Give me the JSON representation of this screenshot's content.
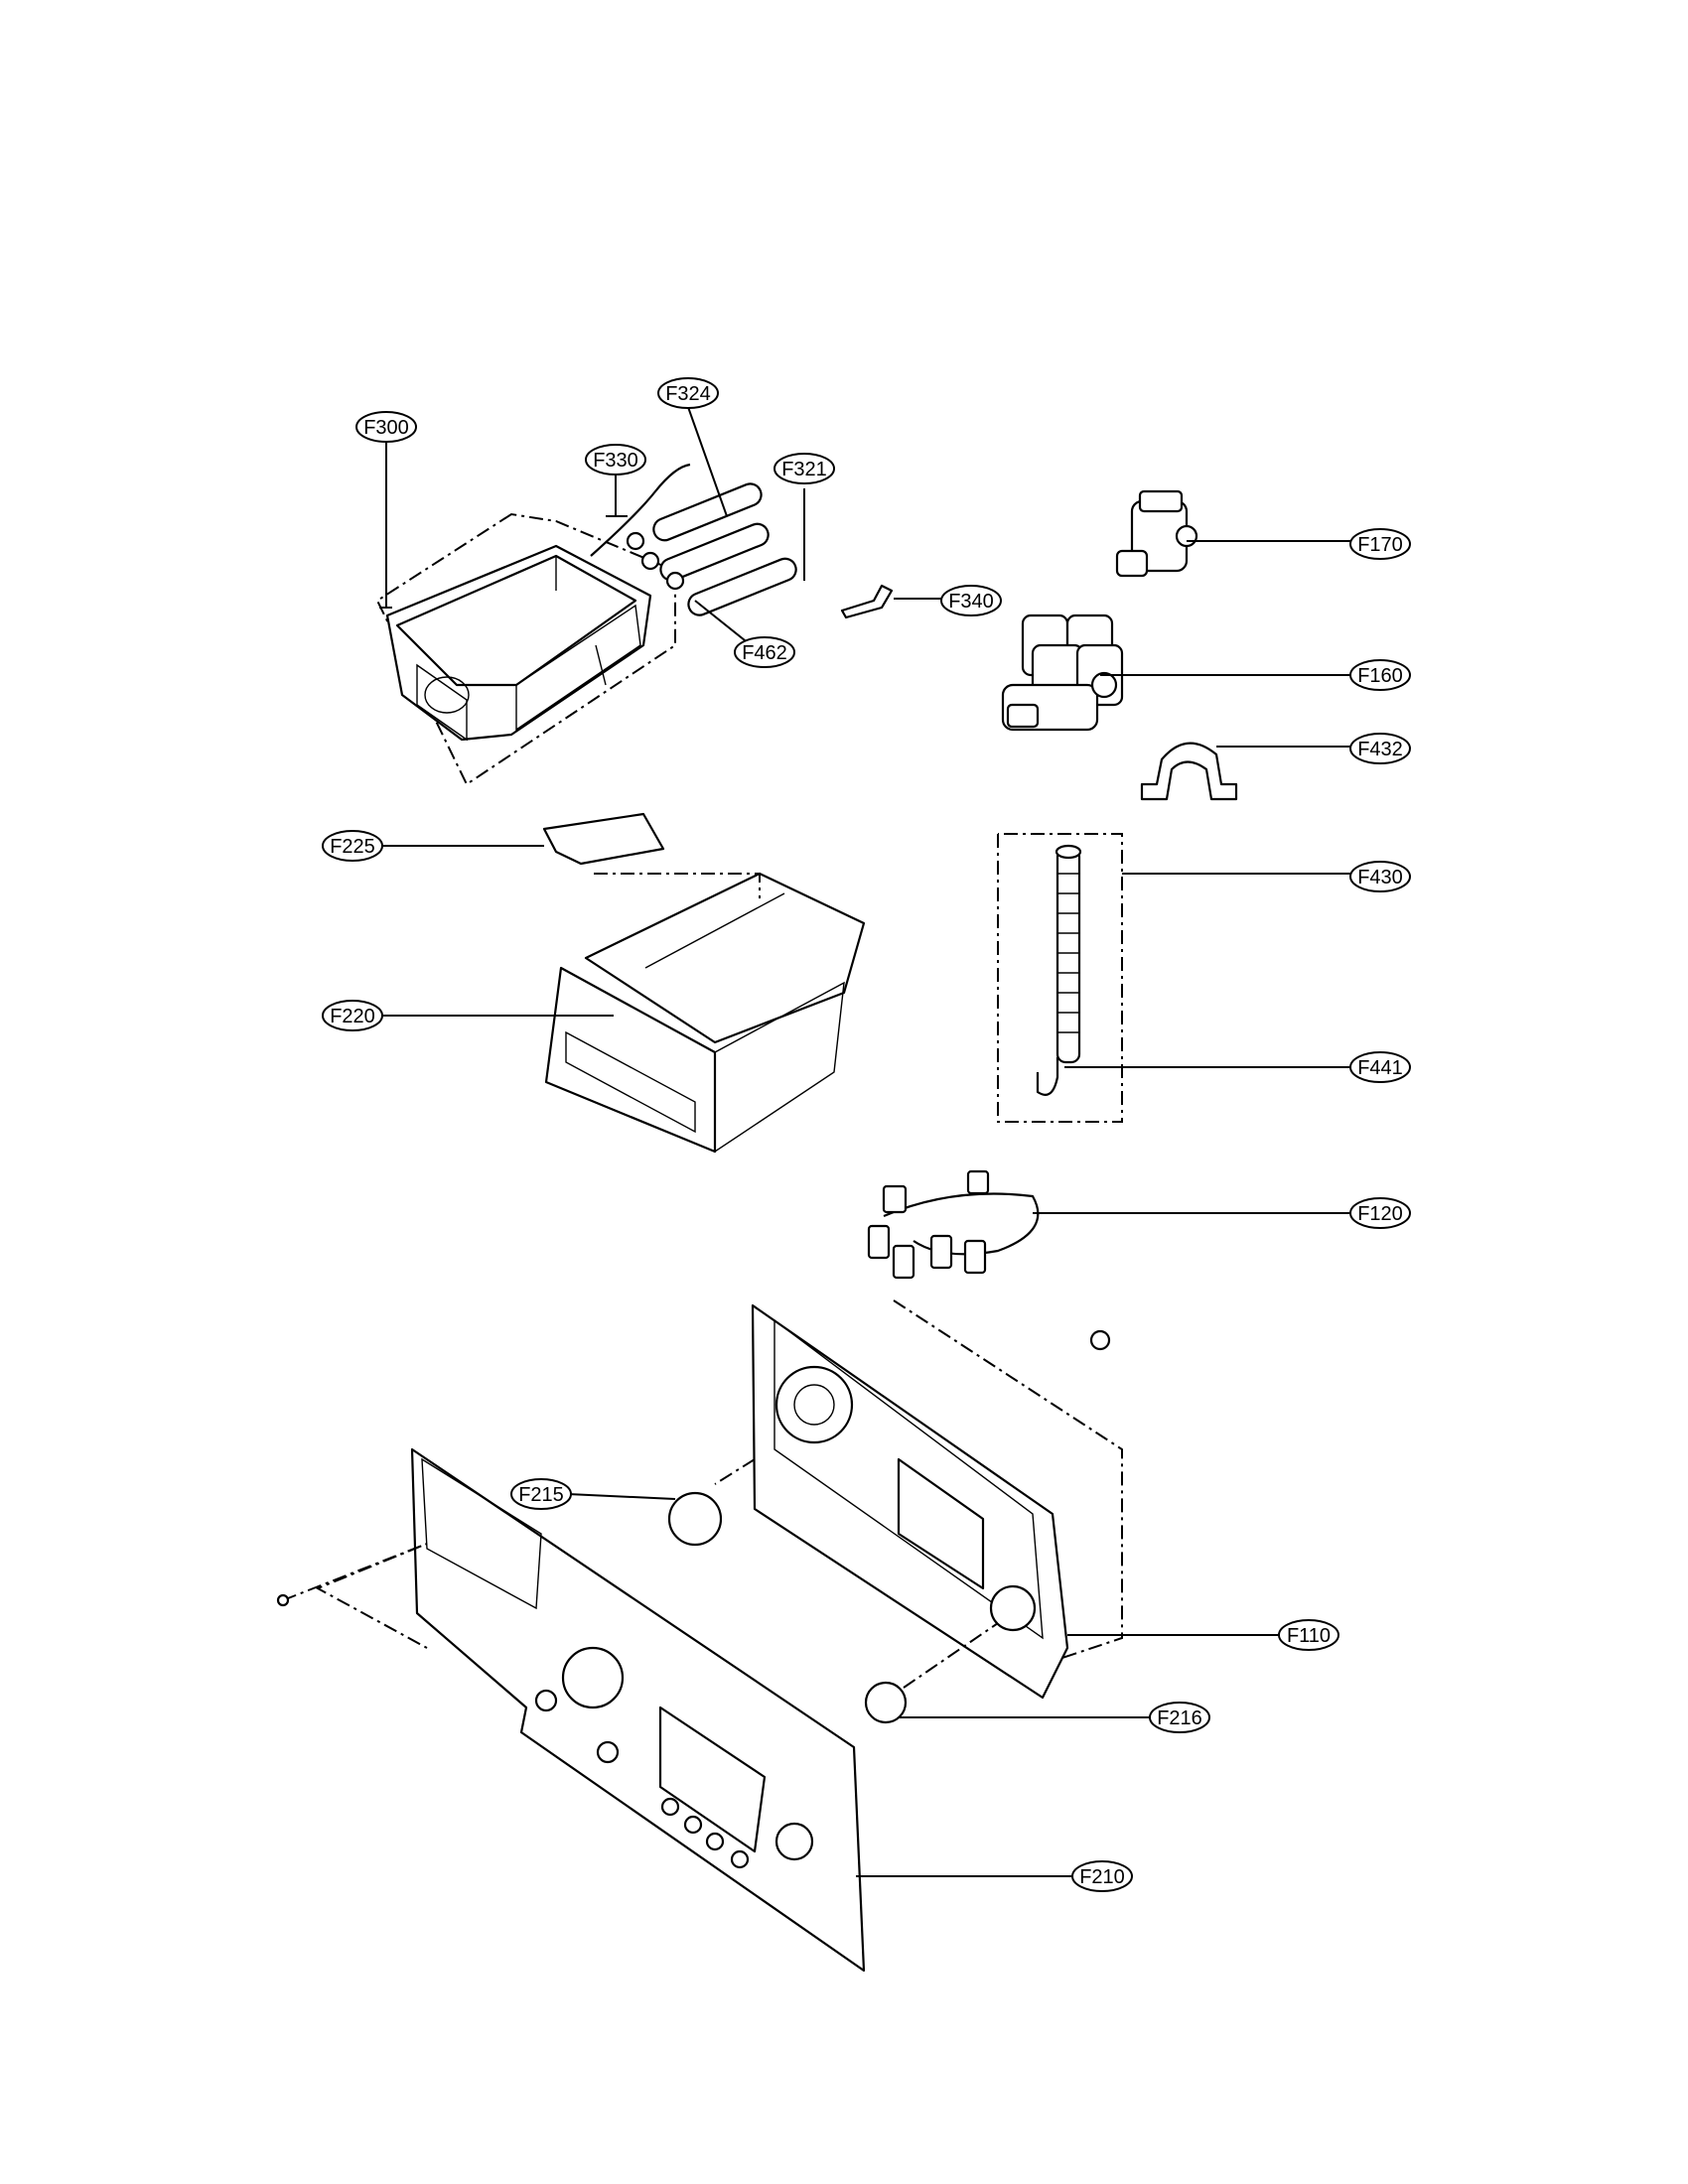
{
  "callouts": {
    "F300": "F300",
    "F330": "F330",
    "F324": "F324",
    "F321": "F321",
    "F462": "F462",
    "F340": "F340",
    "F170": "F170",
    "F160": "F160",
    "F432": "F432",
    "F225": "F225",
    "F430": "F430",
    "F220": "F220",
    "F441": "F441",
    "F120": "F120",
    "F215": "F215",
    "F110": "F110",
    "F216": "F216",
    "F210": "F210"
  }
}
